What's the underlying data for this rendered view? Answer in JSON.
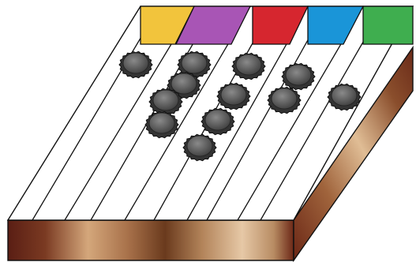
{
  "board": {
    "lane_colors": [
      "#f2c43c",
      "#a855b5",
      "#d6262f",
      "#1a95d8",
      "#3fae4f"
    ],
    "lane_color_names": [
      "yellow",
      "purple",
      "red",
      "blue",
      "green"
    ],
    "wood_colors": [
      "#5a1e14",
      "#d4a77b",
      "#6a3a1d",
      "#e6c8a6",
      "#6b2716"
    ],
    "cap_color": "#5a5a5a"
  },
  "caps": [
    {
      "name": "bottle-cap-1"
    },
    {
      "name": "bottle-cap-2"
    },
    {
      "name": "bottle-cap-3"
    },
    {
      "name": "bottle-cap-4"
    },
    {
      "name": "bottle-cap-5"
    },
    {
      "name": "bottle-cap-6"
    },
    {
      "name": "bottle-cap-7"
    },
    {
      "name": "bottle-cap-8"
    },
    {
      "name": "bottle-cap-9"
    },
    {
      "name": "bottle-cap-10"
    },
    {
      "name": "bottle-cap-11"
    },
    {
      "name": "bottle-cap-12"
    }
  ]
}
